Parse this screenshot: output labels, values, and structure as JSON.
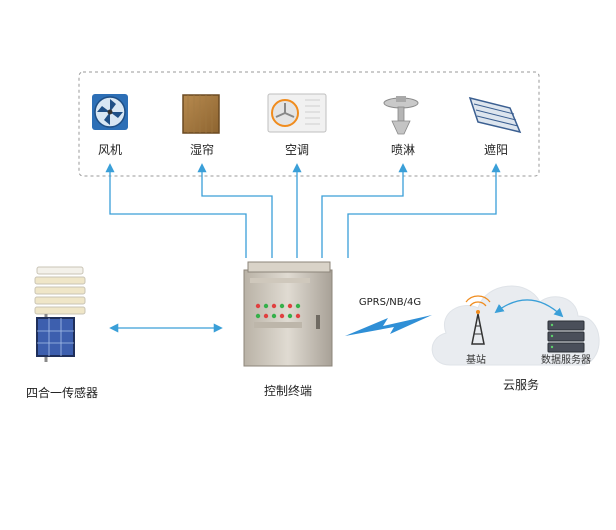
{
  "devices": [
    {
      "label": "风机",
      "icon": "fan-icon"
    },
    {
      "label": "湿帘",
      "icon": "wet-curtain-icon"
    },
    {
      "label": "空调",
      "icon": "air-conditioner-icon"
    },
    {
      "label": "喷淋",
      "icon": "sprinkler-icon"
    },
    {
      "label": "遮阳",
      "icon": "shade-awning-icon"
    }
  ],
  "sensor": {
    "label": "四合一传感器",
    "icon": "weather-sensor-icon"
  },
  "controller": {
    "label": "控制终端",
    "icon": "control-cabinet-icon"
  },
  "link_label": "GPRS/NB/4G",
  "cloud": {
    "label": "云服务",
    "base_station": {
      "label": "基站",
      "icon": "base-station-icon"
    },
    "server": {
      "label": "数据服务器",
      "icon": "server-icon"
    }
  },
  "colors": {
    "arrow": "#3a9fd8",
    "cloud": "#e9ecf0",
    "box_border": "#9a9a9a",
    "lightning": "#2f8fd6"
  }
}
